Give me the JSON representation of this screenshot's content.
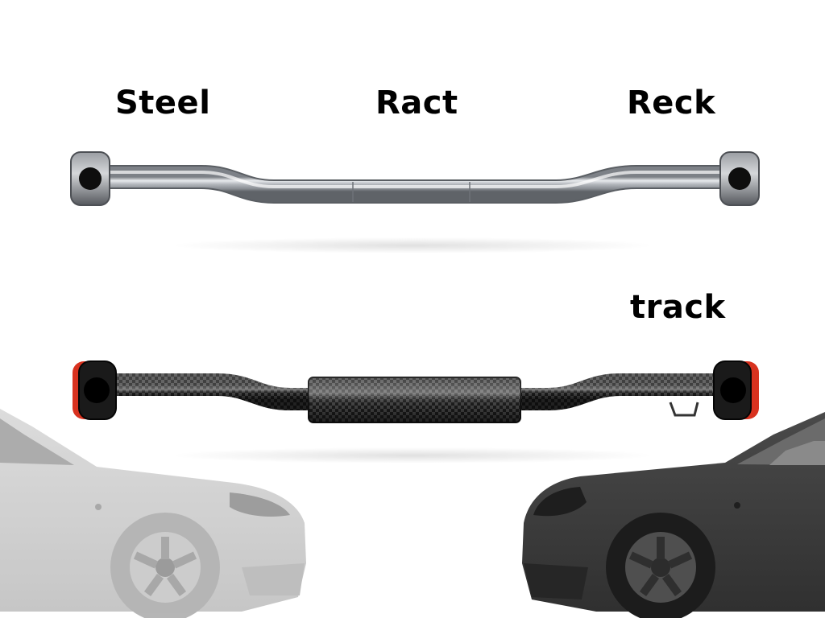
{
  "labels": {
    "steel": "Steel",
    "ract": "Ract",
    "reck": "Reck",
    "track": "track"
  },
  "icons": {
    "steel_bar": "steel-strut-bar-icon",
    "carbon_bar": "carbon-strut-bar-icon",
    "left_car": "gray-car-front-icon",
    "right_car": "dark-car-front-icon"
  },
  "colors": {
    "background": "#ffffff",
    "steel": "#b9bcc1",
    "carbon": "#2b2b2b",
    "accent_red": "#d8321f",
    "car_light": "#c9c9c9",
    "car_dark": "#3a3a3a"
  }
}
